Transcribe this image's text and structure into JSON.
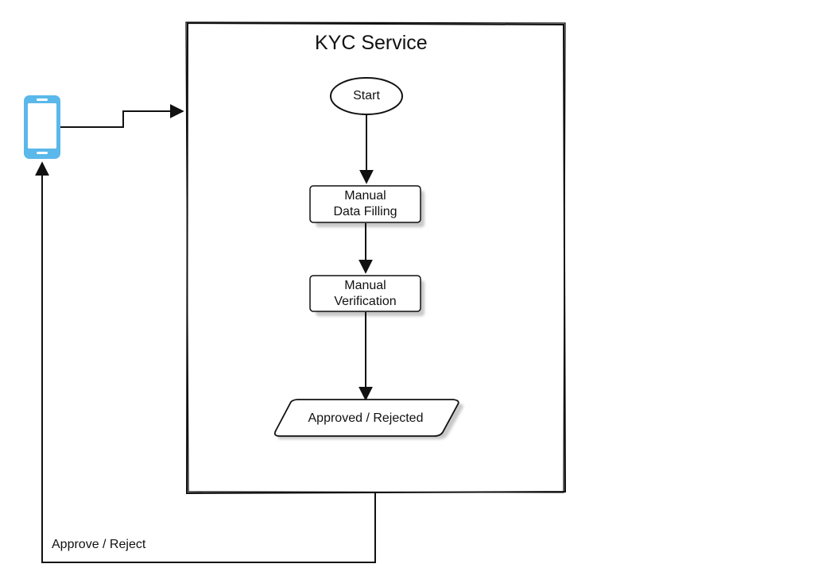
{
  "diagram": {
    "title": "KYC Service",
    "nodes": {
      "start": "Start",
      "manual_data_filling": [
        "Manual",
        "Data Filling"
      ],
      "manual_verification": [
        "Manual",
        "Verification"
      ],
      "result": "Approved / Rejected"
    },
    "edge_labels": {
      "return": "Approve / Reject"
    },
    "colors": {
      "phone": "#5ab8ea",
      "line": "#111111",
      "node_fill": "#ffffff",
      "shadow": "#c8c8c8"
    },
    "icons": {
      "client": "mobile-phone-icon"
    }
  }
}
